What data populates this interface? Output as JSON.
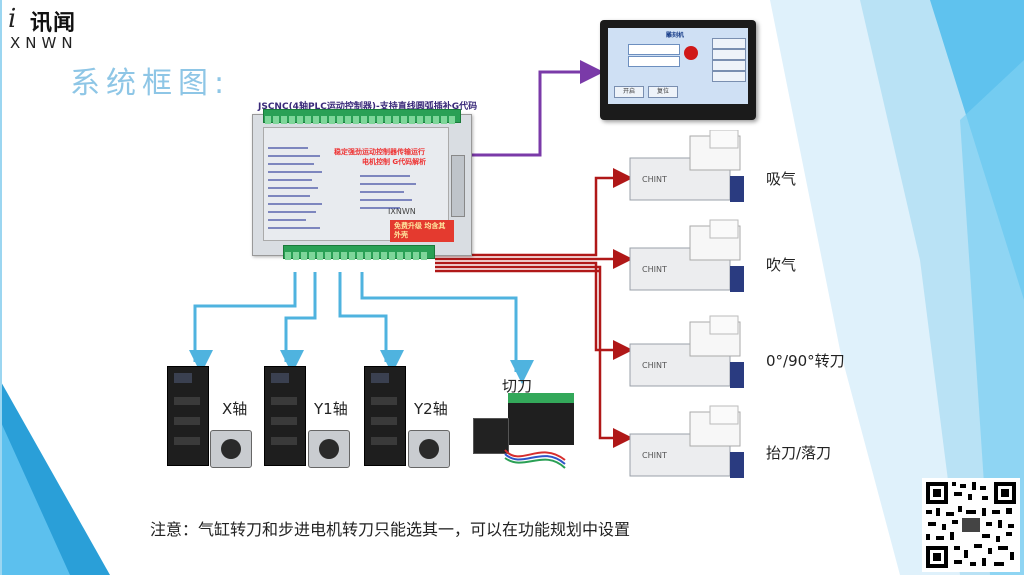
{
  "brand": {
    "i_mark": "i",
    "cn_name": "讯闻",
    "en_name": "XNWN"
  },
  "page_title": "系统框图:",
  "controller": {
    "title": "JSCNC(4轴PLC运动控制器)-支持直线圆弧插补G代码",
    "panel_headline_1": "稳定强劲运动控制器传输运行",
    "panel_headline_2": "电机控制 G代码解析",
    "badge": "免费升级 均含其外壳",
    "brand_text": "IXNWN"
  },
  "hmi": {
    "title": "雕刻机",
    "start_button": "开启",
    "reset_button": "复位"
  },
  "valves": [
    {
      "label": "吸气"
    },
    {
      "label": "吹气"
    },
    {
      "label": "0°/90°转刀"
    },
    {
      "label": "抬刀/落刀"
    }
  ],
  "drives": [
    {
      "label": "X轴"
    },
    {
      "label": "Y1轴"
    },
    {
      "label": "Y2轴"
    },
    {
      "label": "切刀"
    }
  ],
  "note": "注意：气缸转刀和步进电机转刀只能选其一，可以在功能规划中设置",
  "colors": {
    "title": "#8ec6e6",
    "hmi_link": "#7a3aa8",
    "valve_link": "#b01818",
    "axis_link": "#4fb3df",
    "terminal_green": "#2aa055",
    "badge_red": "#e43a2f"
  }
}
